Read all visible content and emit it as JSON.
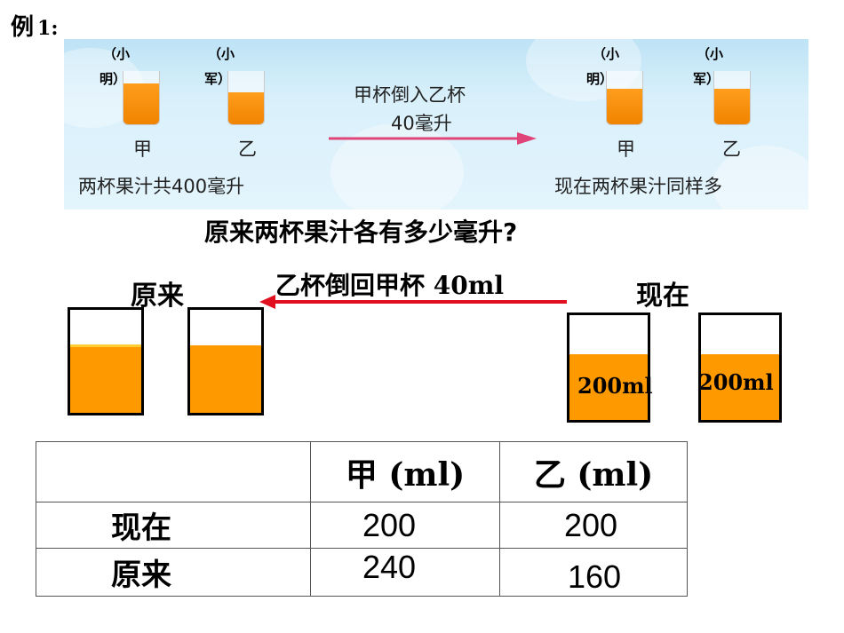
{
  "example_label": "例",
  "example_number": "1:",
  "banner": {
    "top_labels": [
      "（小",
      "明）",
      "（小",
      "军）",
      "（小",
      "明）",
      "（小",
      "军）"
    ],
    "cup_labels": [
      "甲",
      "乙",
      "甲",
      "乙"
    ],
    "left_caption": "两杯果汁共400毫升",
    "arrow_line1": "甲杯倒入乙杯",
    "arrow_line2": "40毫升",
    "right_caption": "现在两杯果汁同样多"
  },
  "question": "原来两杯果汁各有多少毫升?",
  "diagram": {
    "original_label": "原来",
    "now_label": "现在",
    "arrow_text": "乙杯倒回甲杯 40ml",
    "beaker_texts": [
      "200ml",
      "200ml"
    ]
  },
  "table": {
    "headers": [
      "",
      "甲 (ml)",
      "乙 (ml)"
    ],
    "rows": [
      {
        "label": "现在",
        "jia": "200",
        "yi": "200"
      },
      {
        "label": "原来",
        "jia": "240",
        "yi": "160"
      }
    ]
  },
  "colors": {
    "juice": "#ff9900",
    "arrow_banner": "#e0457a",
    "arrow_diagram": "#e01020"
  }
}
